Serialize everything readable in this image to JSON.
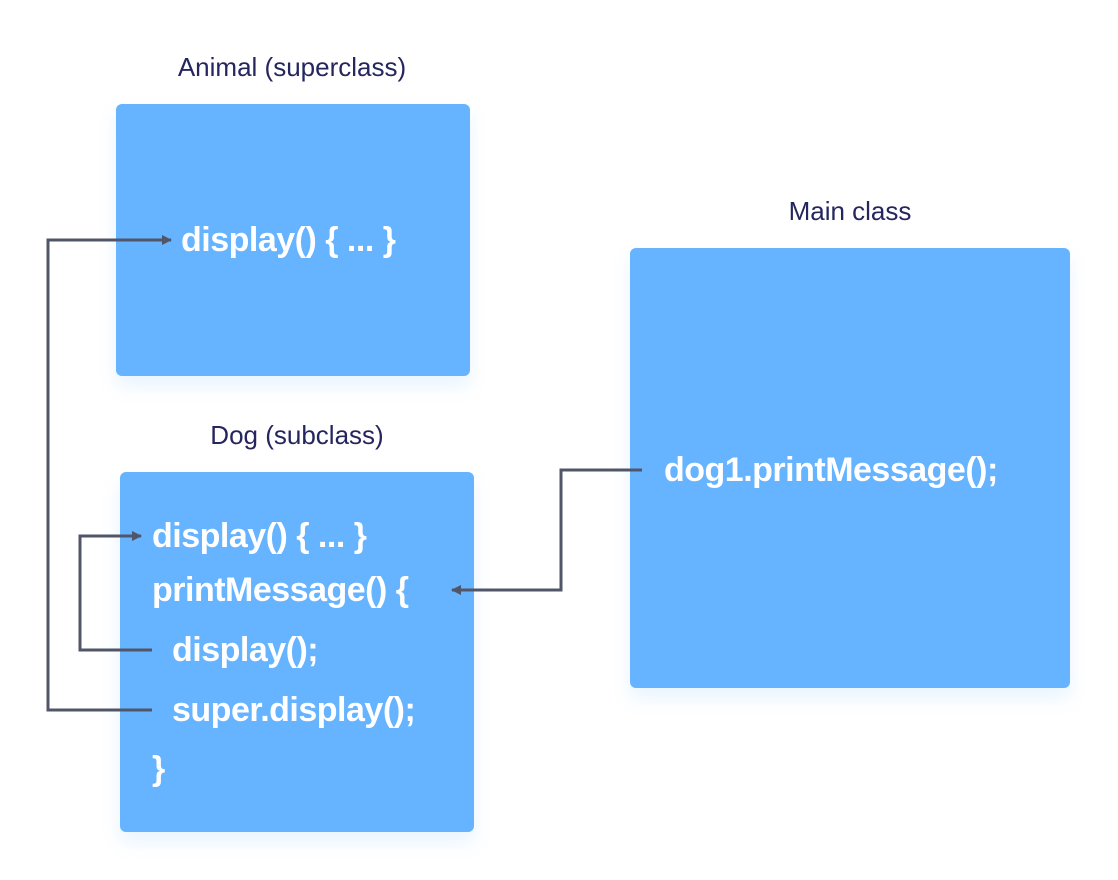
{
  "colors": {
    "box": "#66b3ff",
    "text": "#ffffff",
    "caption": "#25265e",
    "arrow": "#515568"
  },
  "animal": {
    "caption": "Animal (superclass)",
    "display": "display() { ... }"
  },
  "dog": {
    "caption": "Dog (subclass)",
    "lines": [
      "display() { ... }",
      "printMessage() {",
      "display();",
      "super.display();",
      "}"
    ]
  },
  "main": {
    "caption": "Main class",
    "call": "dog1.printMessage();"
  }
}
